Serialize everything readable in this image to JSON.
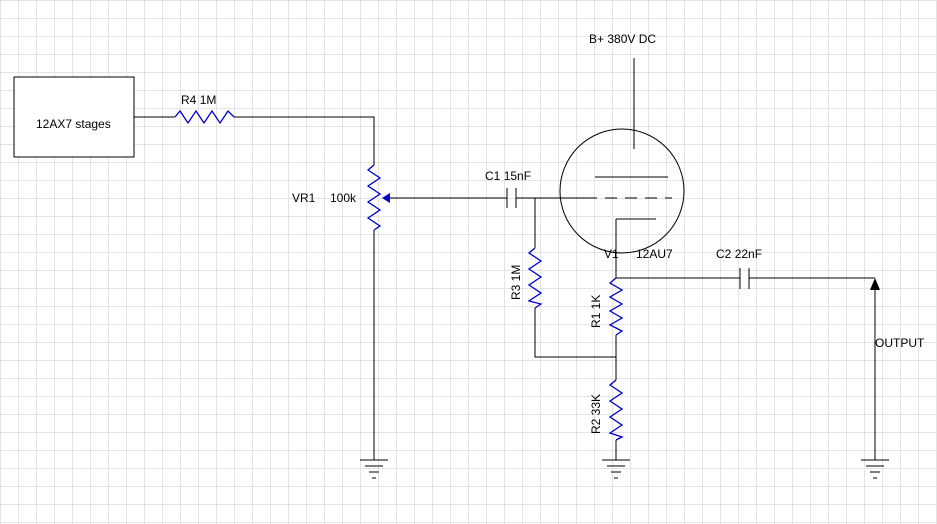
{
  "diagram": {
    "block": {
      "label": "12AX7 stages"
    },
    "supply": {
      "label": "B+ 380V DC"
    },
    "components": {
      "r4": {
        "ref": "R4",
        "value": "1M"
      },
      "vr1": {
        "ref": "VR1",
        "value": "100k"
      },
      "c1": {
        "ref": "C1",
        "value": "15nF"
      },
      "v1": {
        "ref": "V1",
        "value": "12AU7"
      },
      "c2": {
        "ref": "C2",
        "value": "22nF"
      },
      "r3": {
        "ref": "R3",
        "value": "1M"
      },
      "r1": {
        "ref": "R1",
        "value": "1K"
      },
      "r2": {
        "ref": "R2",
        "value": "33K"
      }
    },
    "output": {
      "label": "OUTPUT"
    },
    "colors": {
      "wire": "#000000",
      "resistor": "#0000cc",
      "grid": "#e4e4e4"
    }
  }
}
